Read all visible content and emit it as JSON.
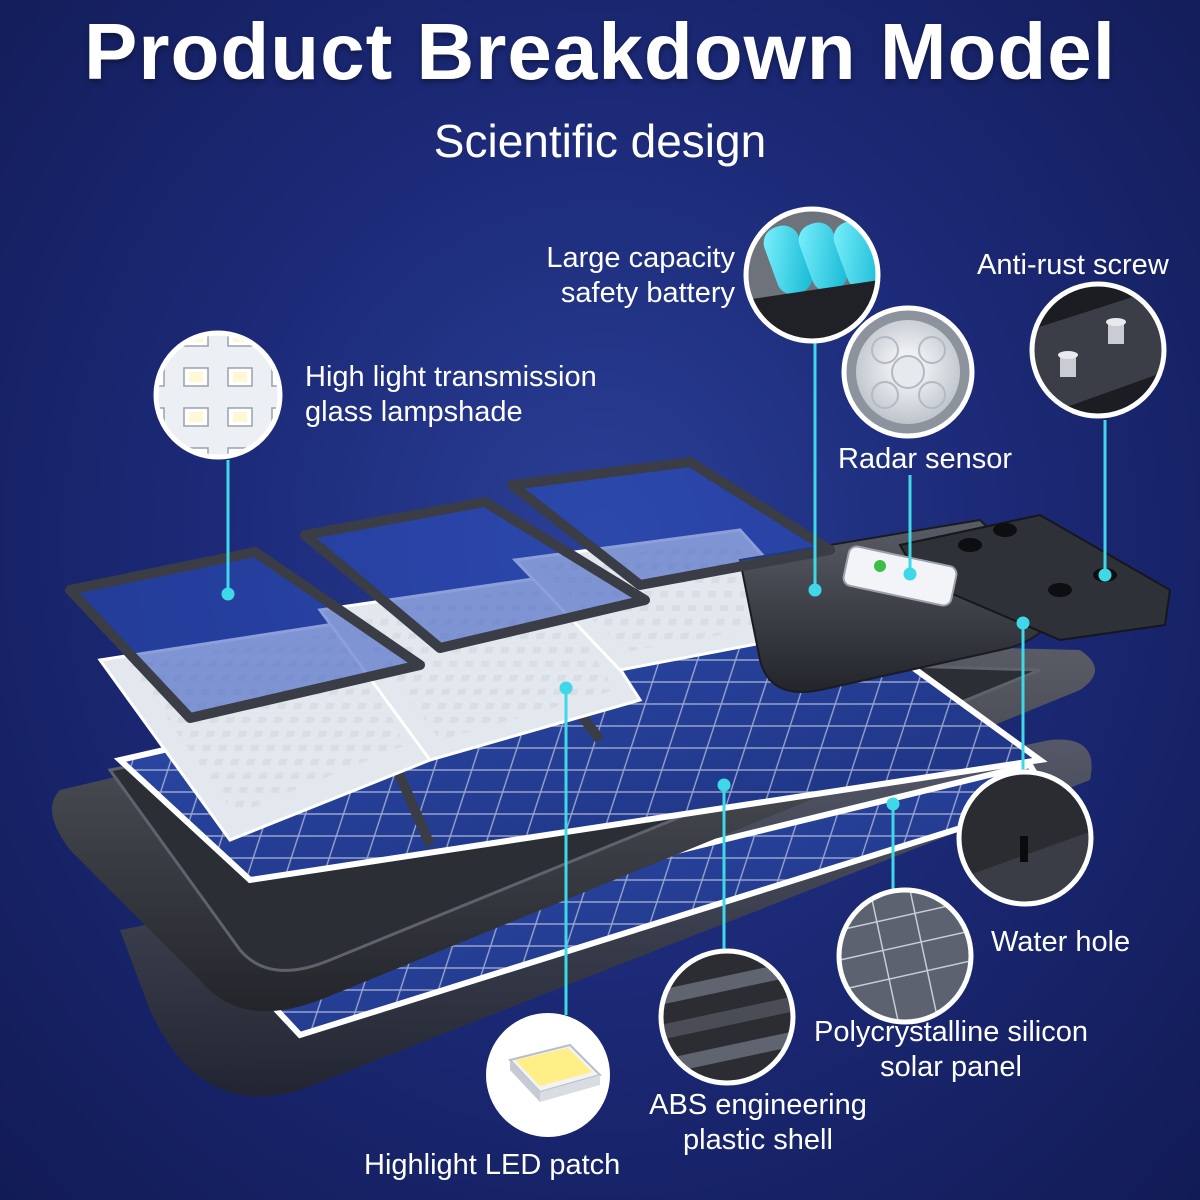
{
  "title": "Product Breakdown Model",
  "subtitle": "Scientific design",
  "colors": {
    "background": "#1c2a78",
    "leader": "#3fd8e8",
    "text": "#ffffff",
    "housing": "#3a3d45"
  },
  "components": {
    "battery": {
      "line1": "Large capacity",
      "line2": "safety battery"
    },
    "screw": {
      "text": "Anti-rust screw"
    },
    "glass": {
      "line1": "High light transmission",
      "line2": "glass lampshade"
    },
    "radar": {
      "text": "Radar sensor"
    },
    "water": {
      "text": "Water hole"
    },
    "solar": {
      "line1": "Polycrystalline silicon",
      "line2": "solar panel"
    },
    "abs": {
      "line1": "ABS engineering",
      "line2": "plastic shell"
    },
    "led": {
      "text": "Highlight LED patch"
    }
  }
}
